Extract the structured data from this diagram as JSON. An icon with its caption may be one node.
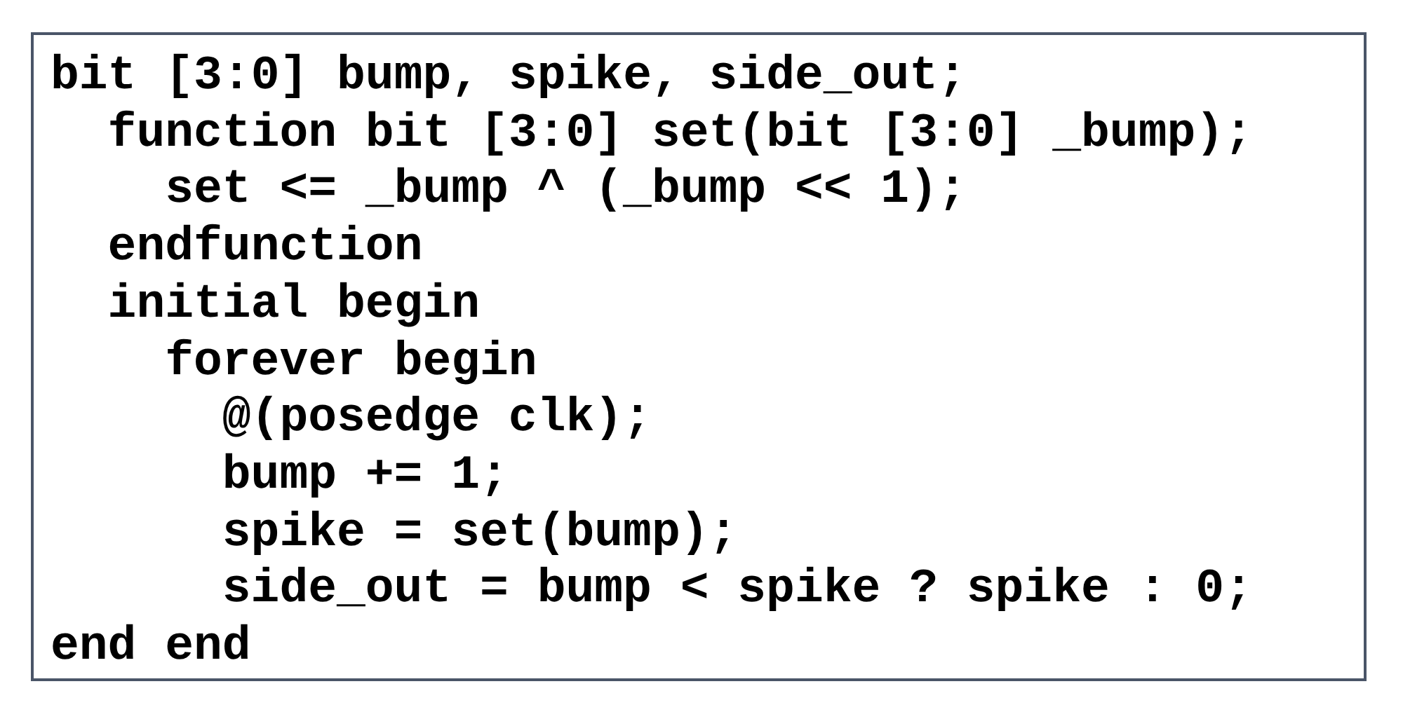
{
  "diagram": {
    "nodes": [
      {
        "text": [
          "bit [3:0] bump, spike, side_out;",
          "function bit [3:0] set(bit [3:0] _bump);",
          "set <= _bump ^ (_bump << 1);",
          "endfunction",
          "initial begin",
          "forever begin",
          "@(posedge clk);",
          "bump += 1;",
          "spike = set(bump);",
          "side_out = bump < spike ? spike : 0;",
          "end end"
        ]
      }
    ]
  }
}
